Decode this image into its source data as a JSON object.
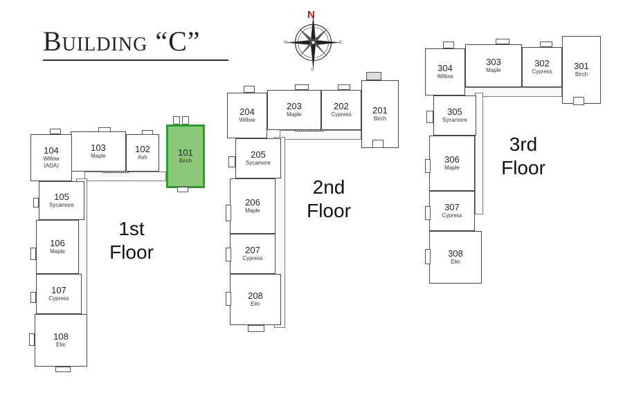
{
  "title": "Building “C”",
  "compass": {
    "north": "N",
    "south": "S",
    "east": "E",
    "west": "W"
  },
  "floors": [
    {
      "label_line1": "1st",
      "label_line2": "Floor",
      "rooms": [
        {
          "number": "101",
          "name": "Birch"
        },
        {
          "number": "102",
          "name": "Ash"
        },
        {
          "number": "103",
          "name": "Maple"
        },
        {
          "number": "104",
          "name": "Willow",
          "note": "(ADA)"
        },
        {
          "number": "105",
          "name": "Sycamore"
        },
        {
          "number": "106",
          "name": "Maple"
        },
        {
          "number": "107",
          "name": "Cypress"
        },
        {
          "number": "108",
          "name": "Elm"
        }
      ]
    },
    {
      "label_line1": "2nd",
      "label_line2": "Floor",
      "rooms": [
        {
          "number": "201",
          "name": "Birch"
        },
        {
          "number": "202",
          "name": "Cypress"
        },
        {
          "number": "203",
          "name": "Maple"
        },
        {
          "number": "204",
          "name": "Willow"
        },
        {
          "number": "205",
          "name": "Sycamore"
        },
        {
          "number": "206",
          "name": "Maple"
        },
        {
          "number": "207",
          "name": "Cypress"
        },
        {
          "number": "208",
          "name": "Elm"
        }
      ]
    },
    {
      "label_line1": "3rd",
      "label_line2": "Floor",
      "rooms": [
        {
          "number": "301",
          "name": "Birch"
        },
        {
          "number": "302",
          "name": "Cypress"
        },
        {
          "number": "303",
          "name": "Maple"
        },
        {
          "number": "304",
          "name": "Willow"
        },
        {
          "number": "305",
          "name": "Sycamore"
        },
        {
          "number": "306",
          "name": "Maple"
        },
        {
          "number": "307",
          "name": "Cypress"
        },
        {
          "number": "308",
          "name": "Elm"
        }
      ]
    }
  ],
  "colors": {
    "highlight_fill": "#8cc878",
    "highlight_border": "#2e9a2e",
    "north_marker": "#c1121f",
    "wall": "#444444"
  },
  "icons": [
    "compass-rose-icon",
    "stairs-icon",
    "door-icon"
  ]
}
